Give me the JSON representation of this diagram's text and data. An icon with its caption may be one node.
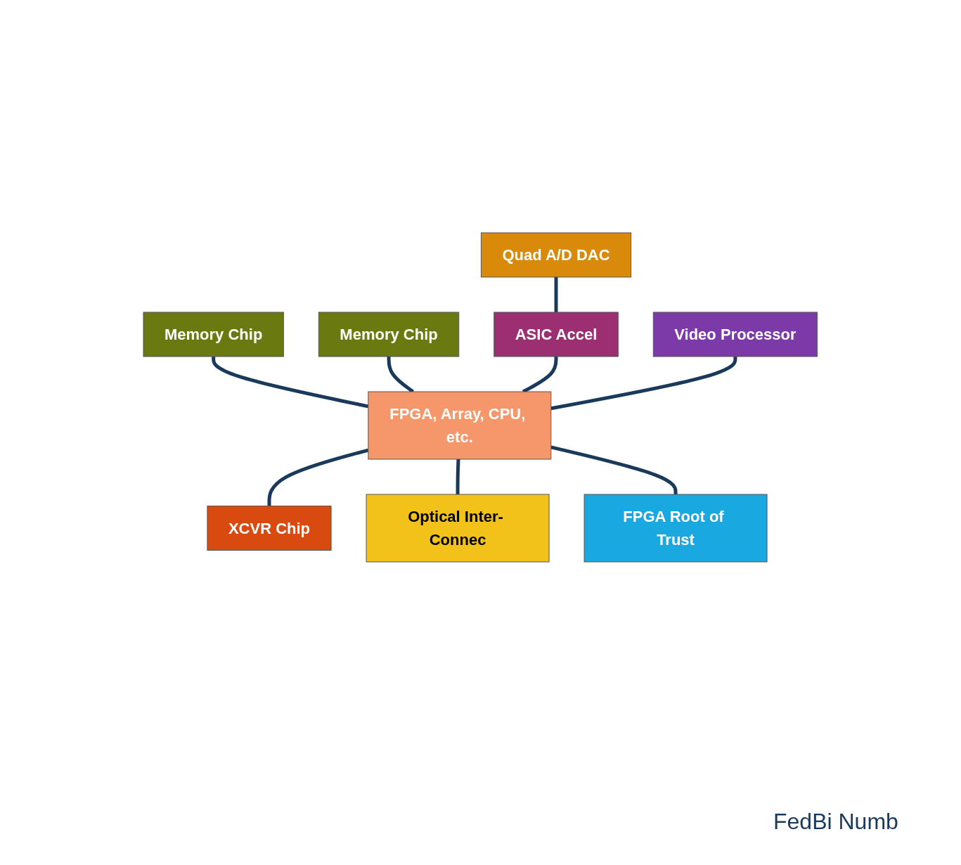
{
  "diagram": {
    "nodes": [
      {
        "text": [
          "Memory Chip"
        ]
      },
      {
        "text": [
          "Memory Chip"
        ]
      },
      {
        "text": [
          "Quad A/D DAC"
        ]
      },
      {
        "text": [
          "ASIC Accel"
        ]
      },
      {
        "text": [
          "FPGA, Array, CPU, etc."
        ]
      },
      {
        "text": [
          "XCVR Chip"
        ]
      },
      {
        "text": [
          "Video Processor"
        ]
      },
      {
        "text": [
          "Optical Inter- Connec"
        ]
      },
      {
        "text": [
          "FPGA Root of Trust"
        ]
      }
    ],
    "edges": [
      {
        "from": 0,
        "to": 4,
        "arrow": "none"
      },
      {
        "from": 1,
        "to": 4,
        "arrow": "none"
      },
      {
        "from": 2,
        "to": 3,
        "arrow": "none"
      },
      {
        "from": 3,
        "to": 4,
        "arrow": "none"
      },
      {
        "from": 4,
        "to": 5,
        "arrow": "none"
      },
      {
        "from": 6,
        "to": 4,
        "arrow": "none"
      },
      {
        "from": 4,
        "to": 7,
        "arrow": "none"
      },
      {
        "from": 4,
        "to": 8,
        "arrow": "none"
      }
    ],
    "labels": [
      "FedBi Numb"
    ]
  }
}
